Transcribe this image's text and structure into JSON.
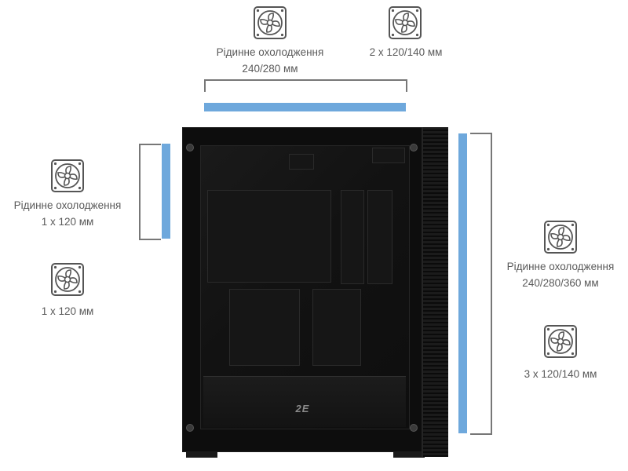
{
  "top": {
    "left_label_line1": "Рідинне охолодження",
    "left_label_line2": "240/280 мм",
    "right_label": "2 х 120/140 мм"
  },
  "left": {
    "upper_label_line1": "Рідинне охолодження",
    "upper_label_line2": "1 х 120 мм",
    "lower_label": "1 х 120 мм"
  },
  "right": {
    "upper_label_line1": "Рідинне охолодження",
    "upper_label_line2": "240/280/360 мм",
    "lower_label": "3 х 120/140 мм"
  },
  "case": {
    "brand": "2E"
  },
  "colors": {
    "bar": "#6ea8dc",
    "bracket": "#777777",
    "text": "#5a5a5a"
  },
  "icons": [
    "fan-icon"
  ]
}
